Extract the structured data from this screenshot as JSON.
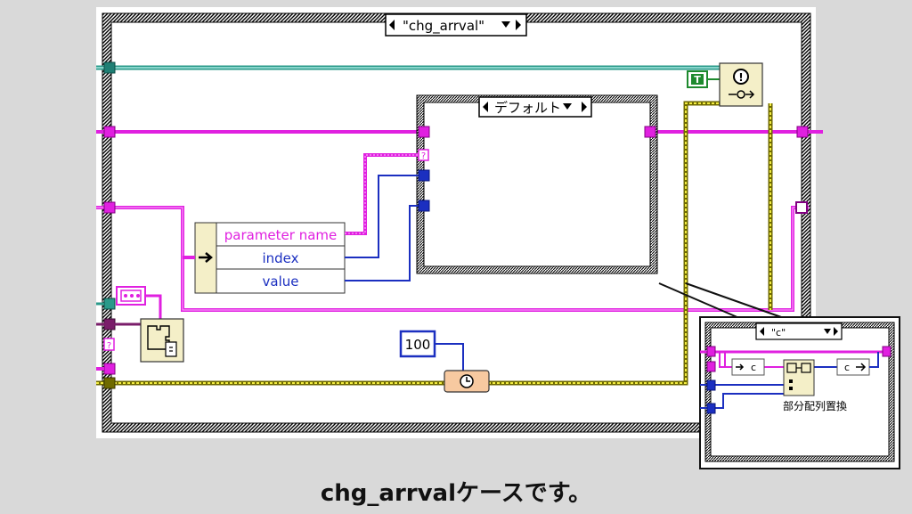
{
  "case_selector": {
    "label": "\"chg_arrval\""
  },
  "inner_case": {
    "label": "デフォルト"
  },
  "true_constant": {
    "label": "T"
  },
  "unbundle": {
    "rows": [
      "parameter name",
      "index",
      "value"
    ]
  },
  "wait_constant": {
    "value": "100"
  },
  "inset": {
    "case_label": "\"c\"",
    "local_a": "c",
    "local_b": "c",
    "function_label": "部分配列置換"
  },
  "unknown_terminal": "?",
  "caption": "chg_arrvalケースです。",
  "colors": {
    "string_wire": "#e020e0",
    "cluster_wire": "#2a9a8a",
    "numeric_wire": "#1b2fc0",
    "error_wire": "#6f6a00",
    "node_fill": "#f4efc8"
  }
}
